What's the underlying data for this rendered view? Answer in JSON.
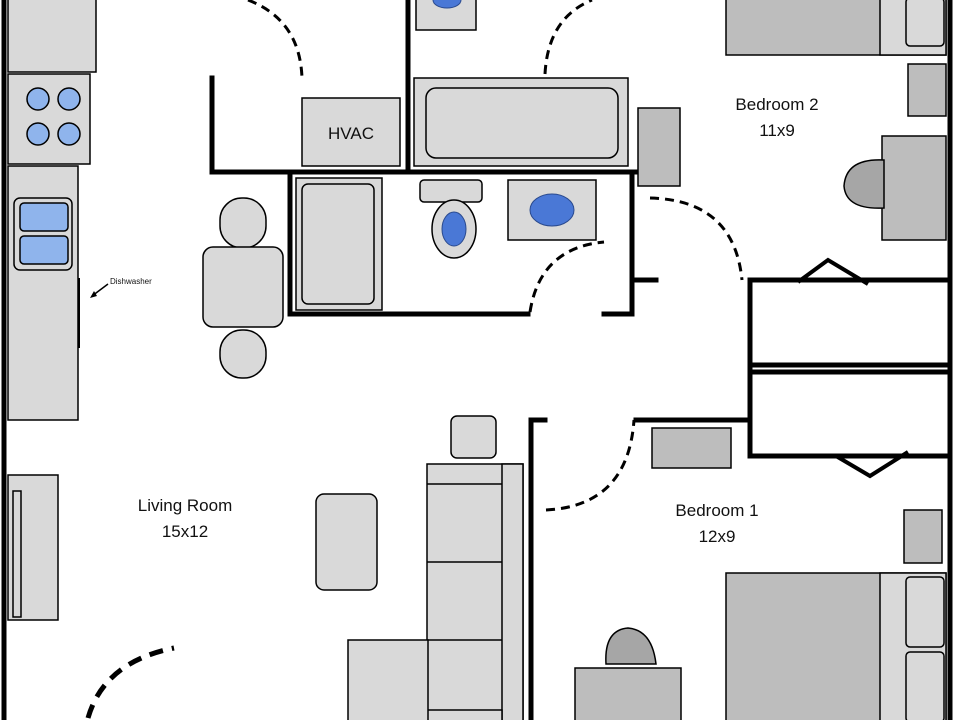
{
  "rooms": {
    "bedroom2": {
      "name": "Bedroom 2",
      "size": "11x9"
    },
    "bedroom1": {
      "name": "Bedroom 1",
      "size": "12x9"
    },
    "living": {
      "name": "Living Room",
      "size": "15x12"
    }
  },
  "labels": {
    "hvac": "HVAC",
    "dishwasher": "Dishwasher"
  },
  "colors": {
    "fixture_blue": "#4a78d6",
    "sink_blue": "#8fb4ec",
    "furniture_gray": "#d9d9d9"
  }
}
